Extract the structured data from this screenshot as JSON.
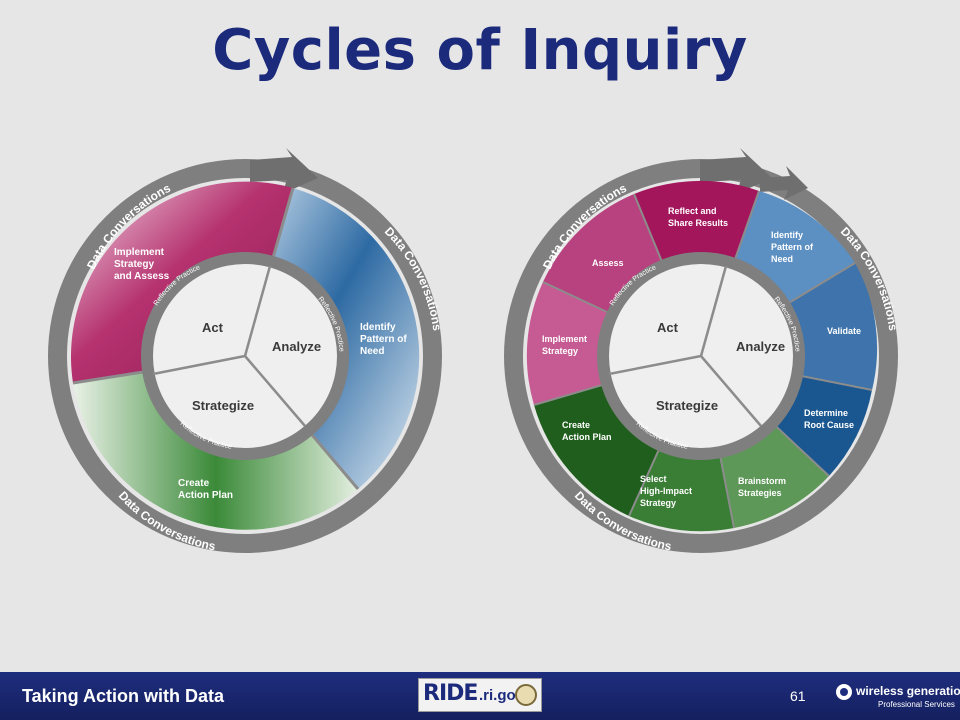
{
  "title": "Cycles of Inquiry",
  "diagram_left": {
    "outer_ring_labels": [
      "Data Conversations",
      "Data Conversations",
      "Data Conversations"
    ],
    "segments": [
      {
        "label": "Implement Strategy and Assess",
        "color": "#a8285f"
      },
      {
        "label": "Identify Pattern of Need",
        "color": "#1f5f98"
      },
      {
        "label": "Create Action Plan",
        "color": "#2f7a2f"
      }
    ],
    "inner": [
      "Act",
      "Analyze",
      "Strategize"
    ],
    "reflective": [
      "Reflective Practice",
      "Reflective Practice",
      "Reflective Practice"
    ]
  },
  "diagram_right": {
    "outer_ring_labels": [
      "Data Conversations",
      "Data Conversations",
      "Data Conversations"
    ],
    "segments": [
      {
        "label": "Reflect and Share Results",
        "color": "#a3165c"
      },
      {
        "label": "Identify Pattern of Need",
        "color": "#5c8fc2"
      },
      {
        "label": "Validate",
        "color": "#3e74ab"
      },
      {
        "label": "Determine Root Cause",
        "color": "#1a5790"
      },
      {
        "label": "Brainstorm Strategies",
        "color": "#5e9858"
      },
      {
        "label": "Select High-Impact Strategy",
        "color": "#3a7e36"
      },
      {
        "label": "Create Action Plan",
        "color": "#1f5e1c"
      },
      {
        "label": "Implement Strategy",
        "color": "#c65b93"
      },
      {
        "label": "Assess",
        "color": "#b8427f"
      }
    ],
    "inner": [
      "Act",
      "Analyze",
      "Strategize"
    ],
    "reflective": [
      "Reflective Practice",
      "Reflective Practice",
      "Reflective Practice"
    ]
  },
  "footer": {
    "title": "Taking Action with Data",
    "logo_ride": "RIDE",
    "logo_domain": ".ri.gov",
    "page_number": "61",
    "brand_name": "wireless generation",
    "brand_sub": "Professional Services"
  }
}
